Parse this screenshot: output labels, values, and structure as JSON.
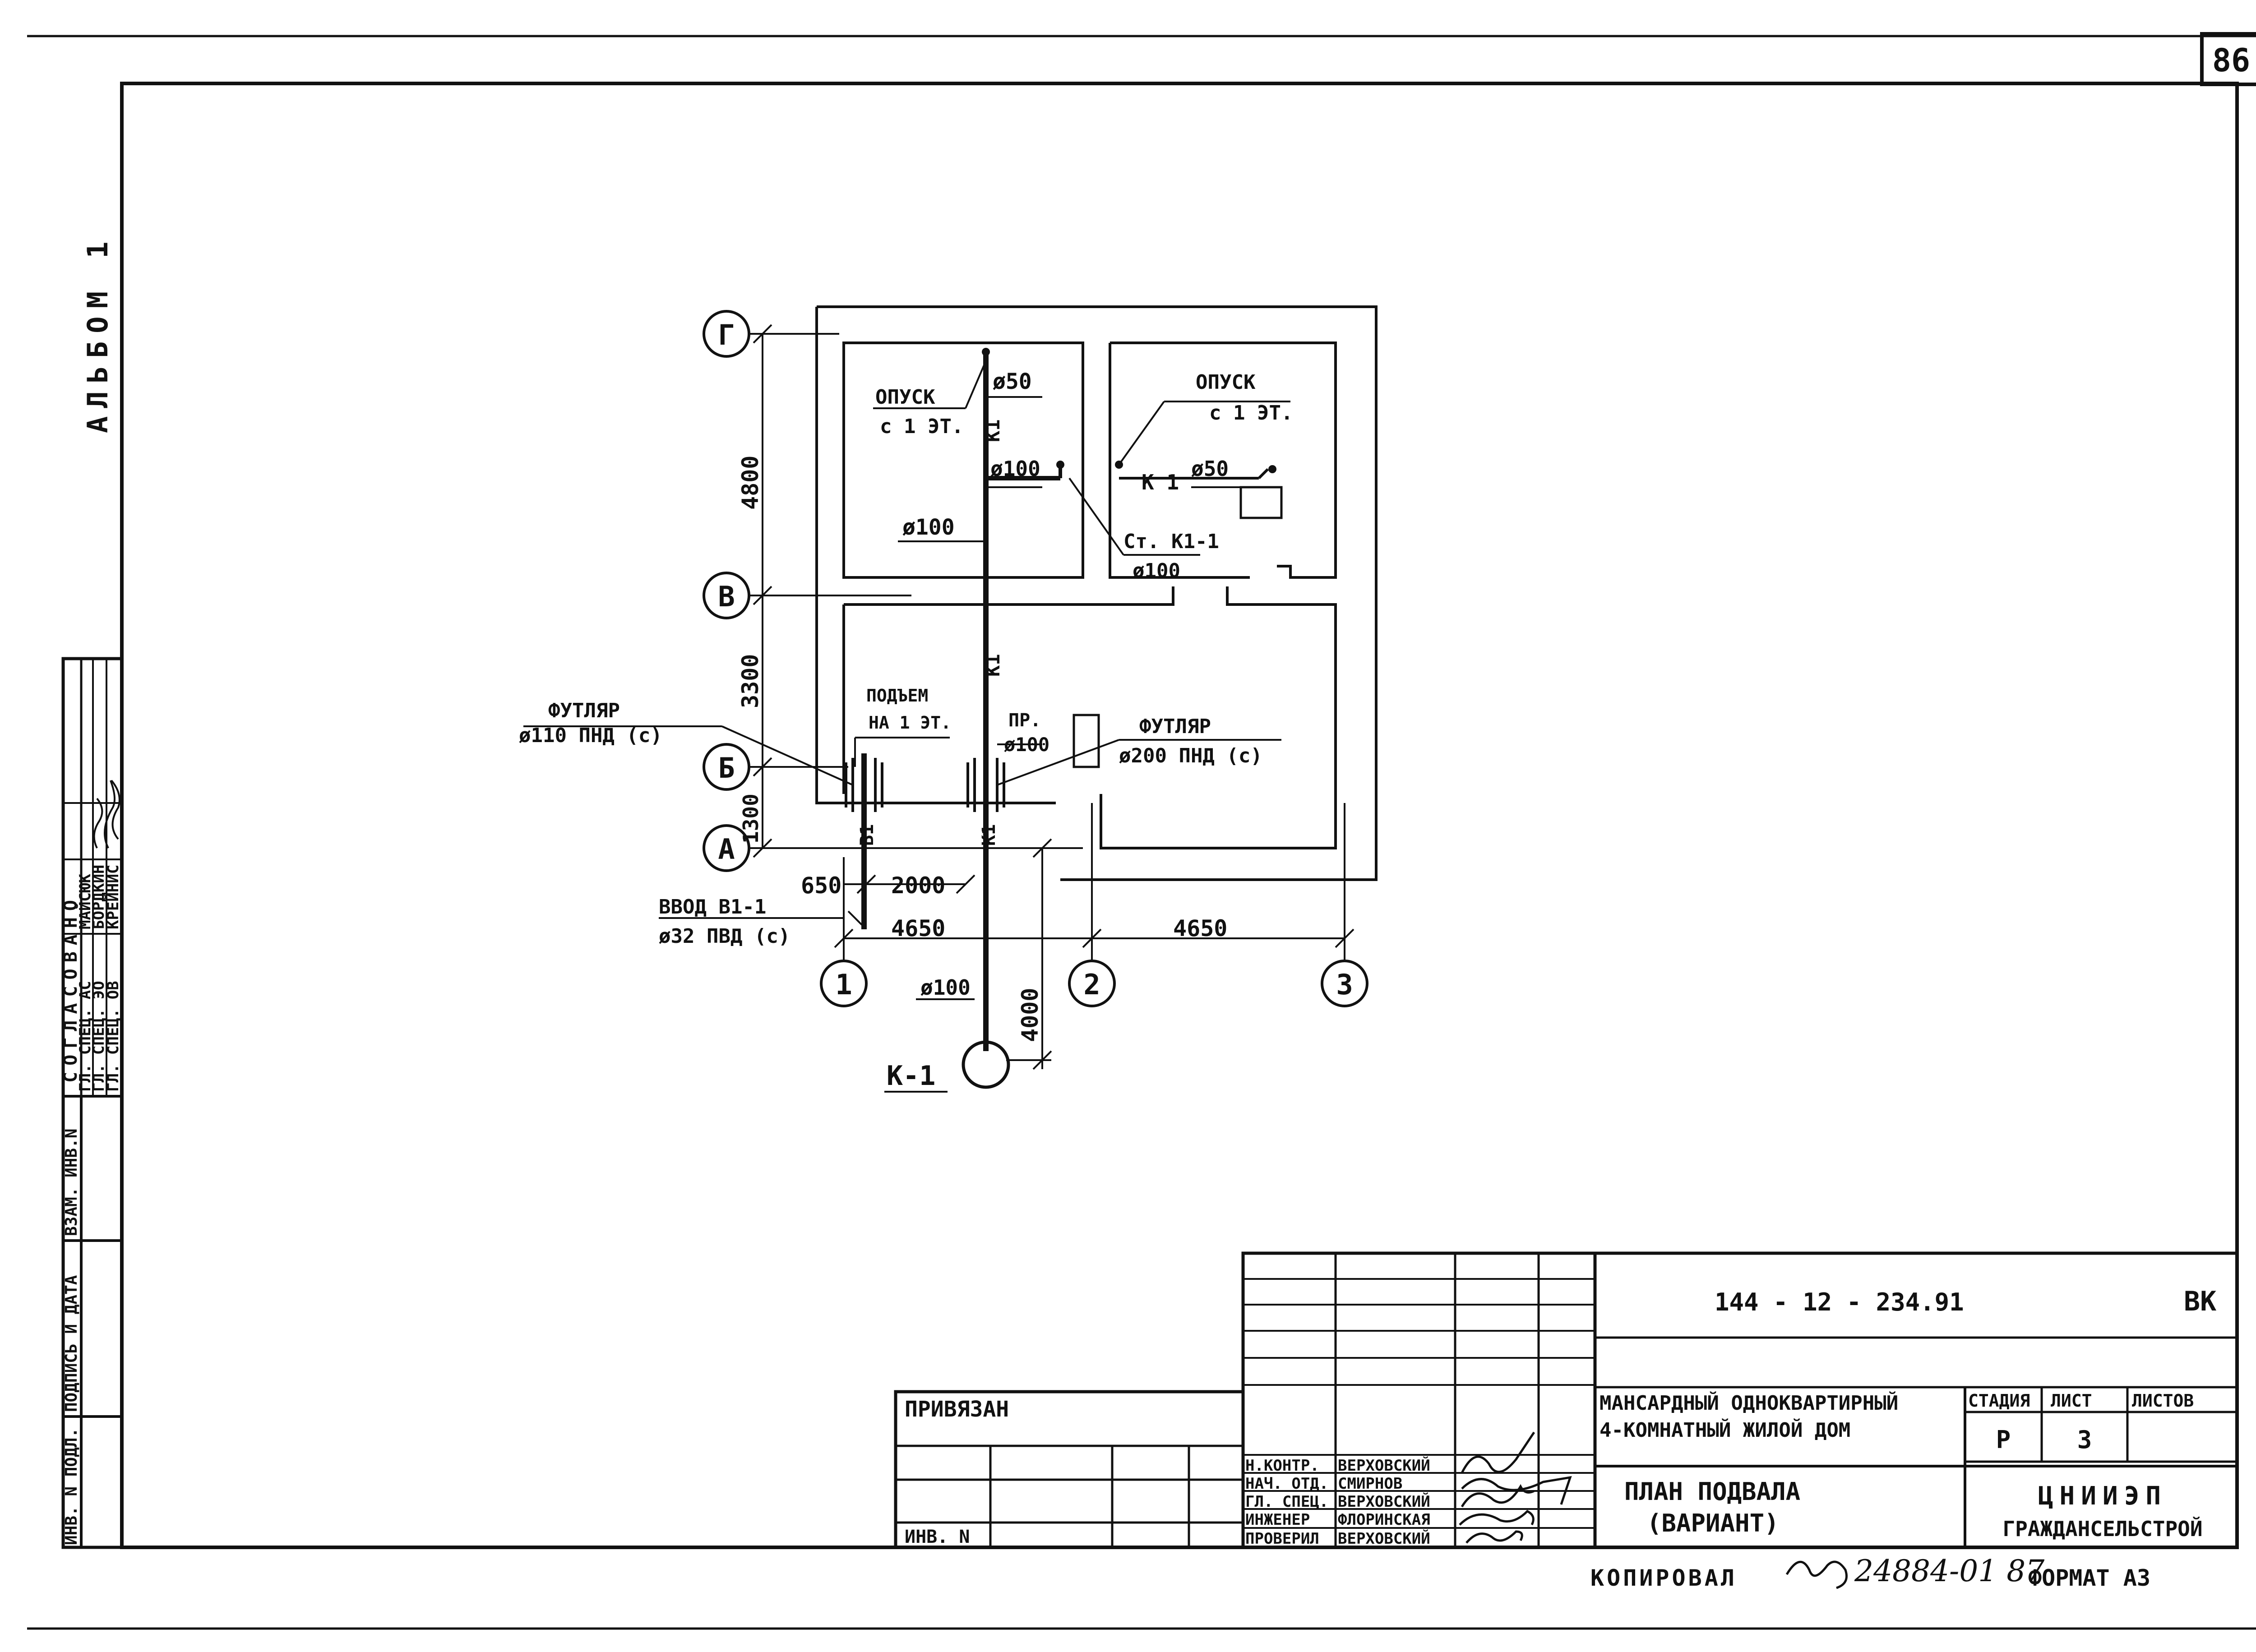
{
  "sheet_number": "86",
  "album": "АЛЬБОМ 1",
  "axes": {
    "rows": [
      "Г",
      "В",
      "Б",
      "А"
    ],
    "cols": [
      "1",
      "2",
      "3"
    ]
  },
  "dims": {
    "d4800": "4800",
    "d3300": "3300",
    "d1300": "1300",
    "d650": "650",
    "d2000": "2000",
    "d4650a": "4650",
    "d4650b": "4650",
    "d4000": "4000"
  },
  "labels": {
    "opusk1_a": "ОПУСК",
    "opusk1_b": "с 1 ЭТ.",
    "opusk2_a": "ОПУСК",
    "opusk2_b": "с 1 ЭТ.",
    "d50a": "ø50",
    "d50b": "ø50",
    "d100a": "ø100",
    "d100b": "ø100",
    "d100c": "ø100",
    "d100d": "ø100",
    "d100e": "ø100",
    "k1_mid": "К 1",
    "st_k1": "Ст. К1-1",
    "k1_v1": "К1",
    "k1_v2": "К1",
    "k1_v3": "К1",
    "b1_v": "В1",
    "futlyar1_a": "ФУТЛЯР",
    "futlyar1_b": "ø110 ПНД (с)",
    "futlyar2_a": "ФУТЛЯР",
    "futlyar2_b": "ø200 ПНД (с)",
    "podem_a": "ПОДЪЕМ",
    "podem_b": "НА 1 ЭТ.",
    "pr": "ПР.",
    "vvod_a": "ВВОД В1-1",
    "vvod_b": "ø32 ПВД (с)",
    "k1_well": "К-1"
  },
  "approvals": {
    "title": "СОГЛАСОВАНО",
    "rows": [
      {
        "role": "ГЛ. СПЕЦ. АС",
        "name": "МАЙСЮК"
      },
      {
        "role": "ГЛ. СПЕЦ. ЭО",
        "name": "БОРДКИН"
      },
      {
        "role": "ГЛ. СПЕЦ. ОВ",
        "name": "КРЕЙНИС"
      }
    ],
    "side": [
      "ВЗАМ. ИНВ.N",
      "ПОДПИСЬ И ДАТА",
      "ИНВ. N ПОДЛ."
    ]
  },
  "title_block": {
    "code": "144 - 12 - 234.91",
    "mark": "ВК",
    "privyazan": "ПРИВЯЗАН",
    "inv": "ИНВ. N",
    "project_line1": "МАНСАРДНЫЙ ОДНОКВАРТИРНЫЙ",
    "project_line2": "4-КОМНАТНЫЙ ЖИЛОЙ ДОМ",
    "sheet_line1": "ПЛАН ПОДВАЛА",
    "sheet_line2": "(ВАРИАНТ)",
    "stage_hdr": "СТАДИЯ",
    "list_hdr": "ЛИСТ",
    "lists_hdr": "ЛИСТОВ",
    "stage": "Р",
    "list": "3",
    "org_line1": "ЦНИИЭП",
    "org_line2": "ГРАЖДАНСЕЛЬСТРОЙ",
    "people": [
      {
        "role": "Н.КОНТР.",
        "name": "ВЕРХОВСКИЙ"
      },
      {
        "role": "НАЧ. ОТД.",
        "name": "СМИРНОВ"
      },
      {
        "role": "ГЛ. СПЕЦ.",
        "name": "ВЕРХОВСКИЙ"
      },
      {
        "role": "ИНЖЕНЕР",
        "name": "ФЛОРИНСКАЯ"
      },
      {
        "role": "ПРОВЕРИЛ",
        "name": "ВЕРХОВСКИЙ"
      }
    ]
  },
  "footer": {
    "copied": "КОПИРОВАЛ",
    "number": "24884-01 87",
    "format": "ФОРМАТ А3"
  }
}
